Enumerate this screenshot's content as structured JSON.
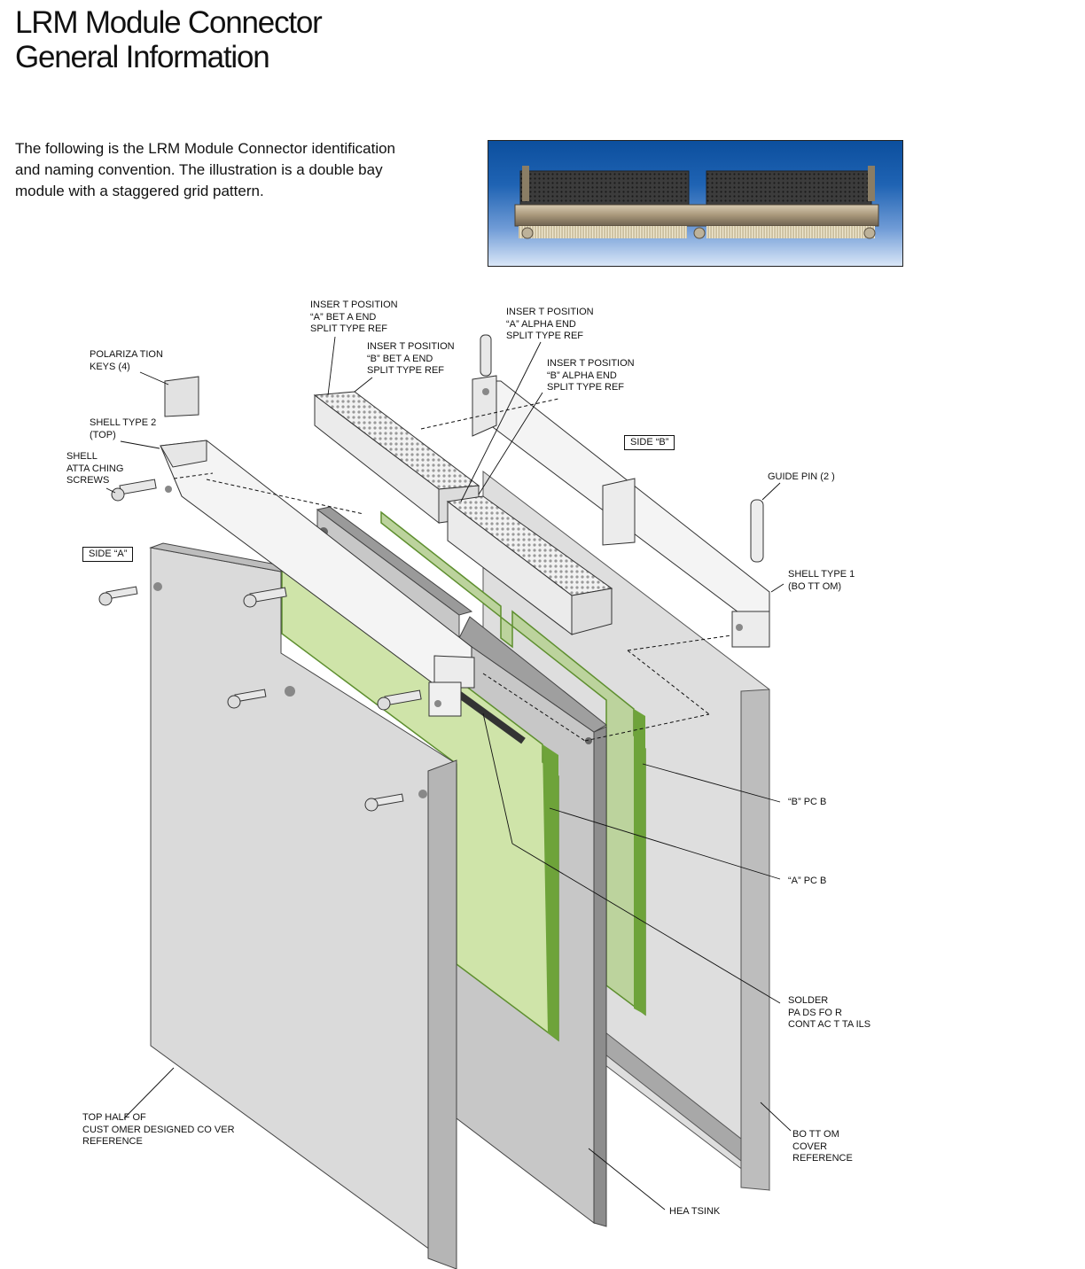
{
  "title": {
    "line1": "LRM Module Connector",
    "line2": "General Information"
  },
  "intro": {
    "line1": "The following is the LRM Module Connector identification",
    "line2": "and naming convention. The illustration is a double bay",
    "line3": "module with a staggered grid pattern."
  },
  "colors": {
    "pcb_a": "#cfe4a9",
    "pcb_b": "#bcd39d",
    "pcb_edge": "#6ea33a",
    "cover": "#dcdcdc",
    "heatsink": "#c4c4c4",
    "photo_bg": "#1f63b3"
  },
  "labels": {
    "insert_a_beta": [
      "INSER   T POSITION",
      "“A” BET  A END",
      "SPLIT    TYPE REF"
    ],
    "insert_b_beta": [
      "INSER   T POSITION",
      "“B” BET  A END",
      "SPLIT    TYPE REF"
    ],
    "insert_a_alpha": [
      "INSER   T POSITION",
      "“A” ALPHA END",
      "SPLIT    TYPE REF"
    ],
    "insert_b_alpha": [
      "INSER   T POSITION",
      "“B” ALPHA END",
      "SPLIT    TYPE REF"
    ],
    "polarization": [
      "POLARIZA   TION",
      "KEYS (4)"
    ],
    "shell_type2": [
      "SHELL    TYPE   2",
      "(TOP)"
    ],
    "shell_screws": [
      "SHELL",
      "ATTA CHING",
      "SCREWS"
    ],
    "side_a": "SIDE   “A”",
    "side_b": "SIDE   “B”",
    "guide_pin": "GUIDE PIN (2     )",
    "shell_type1": [
      "SHELL    TYPE    1",
      "(BO TT OM)"
    ],
    "b_pcb": "“B” PC B",
    "a_pcb": "“A” PC B",
    "solder_pads": [
      "SOLDER",
      "PA DS FO  R",
      "CONT AC T TA ILS"
    ],
    "top_half": [
      "TOP HALF OF",
      "CUST  OMER DESIGNED CO        VER",
      "REFERENCE"
    ],
    "bottom_cover": [
      "BO TT OM",
      "COVER",
      "REFERENCE"
    ],
    "heatsink": "HEA TSINK"
  }
}
